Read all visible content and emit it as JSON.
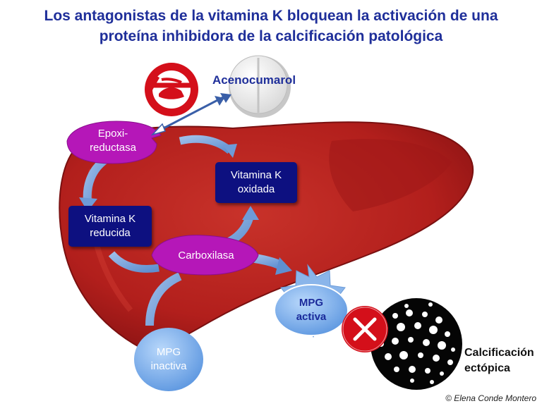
{
  "title": {
    "line1": "Los antagonistas de la vitamina K bloquean la activación de una",
    "line2": "proteína inhibidora de la calcificación patológica"
  },
  "drug": {
    "name": "Acenocumarol"
  },
  "enzymes": {
    "epoxide_line1": "Epoxi-",
    "epoxide_line2": "reductasa",
    "carboxylase": "Carboxilasa"
  },
  "vitamin_k": {
    "oxidized_line1": "Vitamina K",
    "oxidized_line2": "oxidada",
    "reduced_line1": "Vitamina K",
    "reduced_line2": "reducida"
  },
  "mgp": {
    "active_line1": "MPG",
    "active_line2": "activa",
    "inactive_line1": "MPG",
    "inactive_line2": "inactiva"
  },
  "calcification": {
    "line1": "Calcificación",
    "line2": "ectópica"
  },
  "credit": "© Elena Conde Montero",
  "colors": {
    "title": "#1f2f9a",
    "liver": "#b8221f",
    "enzyme": "#b517b8",
    "vitamin_box": "#0d1080",
    "arrow": "#6e9bd8",
    "mgp_blue": "#6ea8e8",
    "block_red": "#d40f1a"
  },
  "icons": [
    "handshake-prohibited-icon",
    "pill-icon",
    "dart-arrow-icon",
    "block-x-icon",
    "calcification-deposits-icon"
  ]
}
